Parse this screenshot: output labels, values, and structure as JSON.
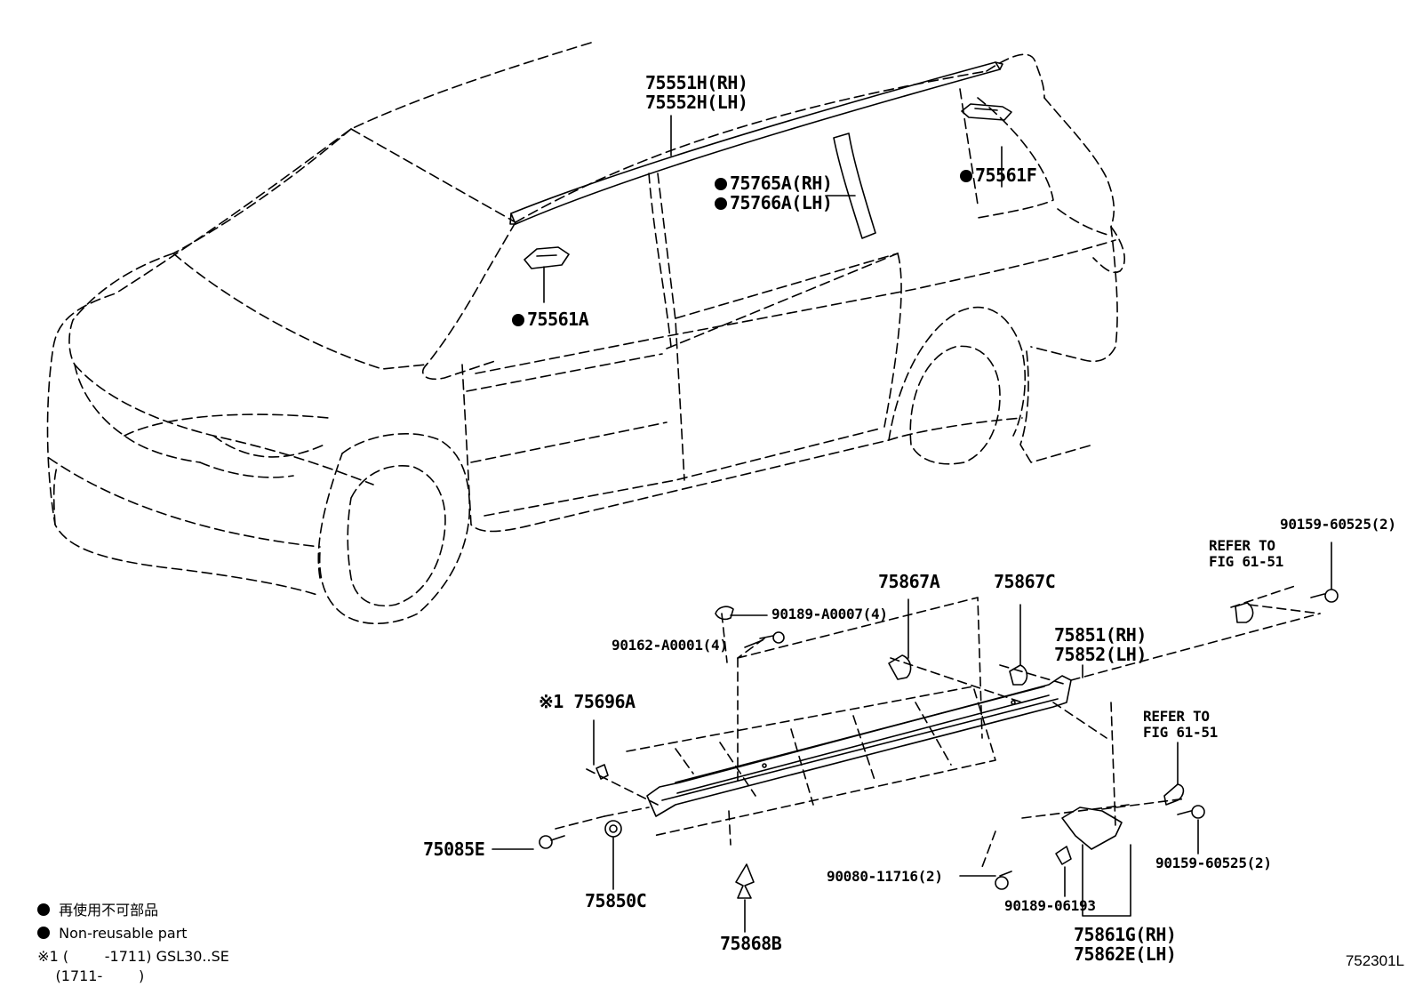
{
  "diagram_id": "752301L",
  "part_labels": [
    {
      "id": "roof-molding",
      "lines": [
        "75551H(RH)",
        "75552H(LH)"
      ],
      "non_reusable": false
    },
    {
      "id": "pillar-garnish",
      "lines": [
        "75765A(RH)",
        "75766A(LH)"
      ],
      "non_reusable": true
    },
    {
      "id": "clip-75561F",
      "lines": [
        "75561F"
      ],
      "non_reusable": true
    },
    {
      "id": "clip-75561A",
      "lines": [
        "75561A"
      ],
      "non_reusable": true
    },
    {
      "id": "retainer-75867A",
      "lines": [
        "75867A"
      ],
      "non_reusable": false
    },
    {
      "id": "retainer-75867C",
      "lines": [
        "75867C"
      ],
      "non_reusable": false
    },
    {
      "id": "rocker-panel",
      "lines": [
        "75851(RH)",
        "75852(LH)"
      ],
      "non_reusable": false
    },
    {
      "id": "clip-90189-A0007",
      "lines": [
        "90189-A0007(4)"
      ],
      "non_reusable": false
    },
    {
      "id": "screw-90162-A0001",
      "lines": [
        "90162-A0001(4)"
      ],
      "non_reusable": false
    },
    {
      "id": "part-75696A",
      "lines": [
        "※1 75696A"
      ],
      "non_reusable": false
    },
    {
      "id": "bolt-75085E",
      "lines": [
        "75085E"
      ],
      "non_reusable": false
    },
    {
      "id": "clip-75850C",
      "lines": [
        "75850C"
      ],
      "non_reusable": false
    },
    {
      "id": "clip-75868B",
      "lines": [
        "75868B"
      ],
      "non_reusable": false
    },
    {
      "id": "screw-90159-top",
      "lines": [
        "90159-60525(2)"
      ],
      "non_reusable": false
    },
    {
      "id": "refer-top",
      "lines": [
        "REFER TO",
        "FIG 61-51"
      ],
      "non_reusable": false
    },
    {
      "id": "refer-bottom",
      "lines": [
        "REFER TO",
        "FIG 61-51"
      ],
      "non_reusable": false
    },
    {
      "id": "screw-90159-bottom",
      "lines": [
        "90159-60525(2)"
      ],
      "non_reusable": false
    },
    {
      "id": "bolt-90080",
      "lines": [
        "90080-11716(2)"
      ],
      "non_reusable": false
    },
    {
      "id": "clip-90189-06193",
      "lines": [
        "90189-06193"
      ],
      "non_reusable": false
    },
    {
      "id": "bracket-75861G",
      "lines": [
        "75861G(RH)",
        "75862E(LH)"
      ],
      "non_reusable": false
    }
  ],
  "legend": {
    "non_reusable_ja": "再使用不可部品",
    "non_reusable_en": "Non-reusable part",
    "note_1": "※1 (        -1711) GSL30..SE",
    "note_2": "    (1711-        )"
  },
  "colors": {
    "line": "#000000",
    "background": "#ffffff"
  }
}
